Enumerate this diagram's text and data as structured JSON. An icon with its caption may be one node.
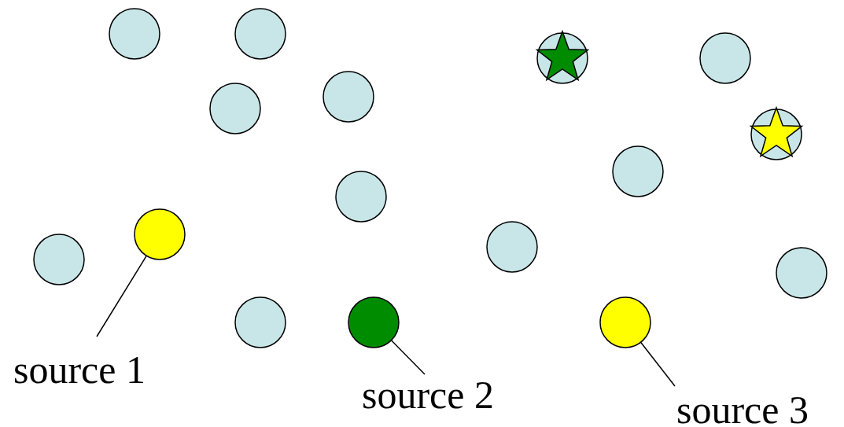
{
  "diagram": {
    "nodes": [
      {
        "text": [],
        "shape": "circle"
      },
      {
        "text": [],
        "shape": "circle"
      },
      {
        "text": [],
        "shape": "circle"
      },
      {
        "text": [],
        "shape": "star"
      },
      {
        "text": [],
        "shape": "circle"
      },
      {
        "text": [],
        "shape": "circle"
      },
      {
        "text": [],
        "shape": "circle"
      },
      {
        "text": [],
        "shape": "circle"
      },
      {
        "text": [],
        "shape": "star"
      },
      {
        "text": [],
        "shape": "circle"
      },
      {
        "text": [],
        "shape": "circle"
      },
      {
        "text": [],
        "shape": "circle"
      },
      {
        "text": [],
        "shape": "circle"
      },
      {
        "text": [],
        "shape": "circle"
      },
      {
        "text": [],
        "shape": "circle"
      },
      {
        "text": [],
        "shape": "circle"
      },
      {
        "text": [],
        "shape": "circle"
      },
      {
        "text": [],
        "shape": "circle"
      },
      {
        "text": [
          "source 1"
        ]
      },
      {
        "text": [
          "source 2"
        ]
      },
      {
        "text": [
          "source 3"
        ]
      }
    ],
    "edges": [
      {
        "from": 18,
        "to": 11,
        "arrow": "none"
      },
      {
        "from": 19,
        "to": 16,
        "arrow": "none"
      },
      {
        "from": 20,
        "to": 17,
        "arrow": "none"
      }
    ]
  }
}
